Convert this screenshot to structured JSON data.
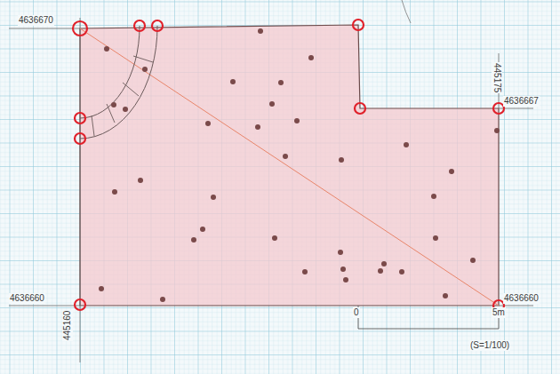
{
  "diagram": {
    "labels": [
      "4636670",
      "445175",
      "4636667",
      "4636660",
      "4636660",
      "445160",
      "0",
      "5m",
      "(S=1/100)"
    ]
  }
}
